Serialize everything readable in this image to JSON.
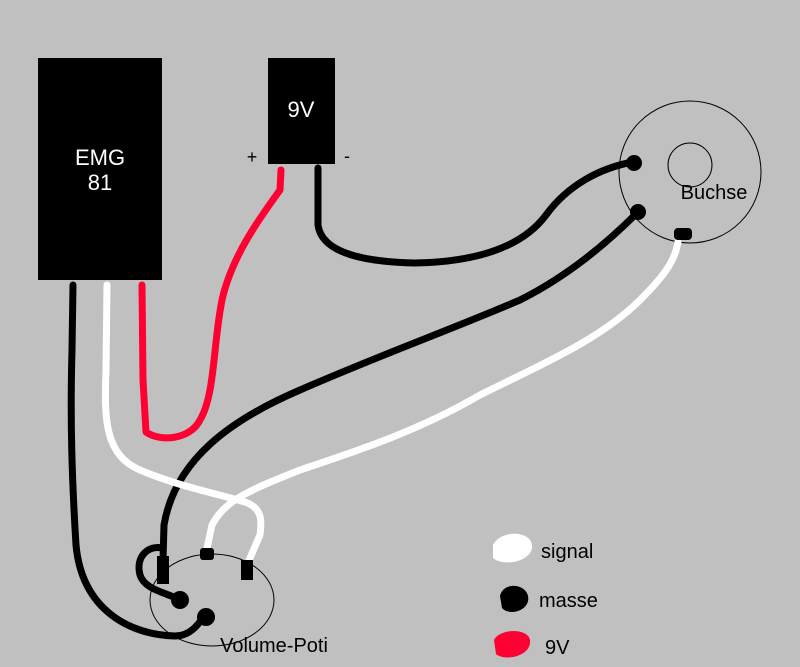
{
  "components": {
    "pickup": {
      "line1": "EMG",
      "line2": "81"
    },
    "battery": {
      "label": "9V",
      "plus": "+",
      "minus": "-"
    },
    "jack": {
      "label": "Buchse"
    },
    "pot": {
      "label": "Volume-Poti"
    }
  },
  "legend": [
    {
      "label": "signal",
      "color": "#ffffff"
    },
    {
      "label": "masse",
      "color": "#000000"
    },
    {
      "label": "9V",
      "color": "#ff0033"
    }
  ],
  "colors": {
    "background": "#c0c0c0",
    "signal": "#ffffff",
    "ground": "#000000",
    "power": "#ff0033"
  }
}
